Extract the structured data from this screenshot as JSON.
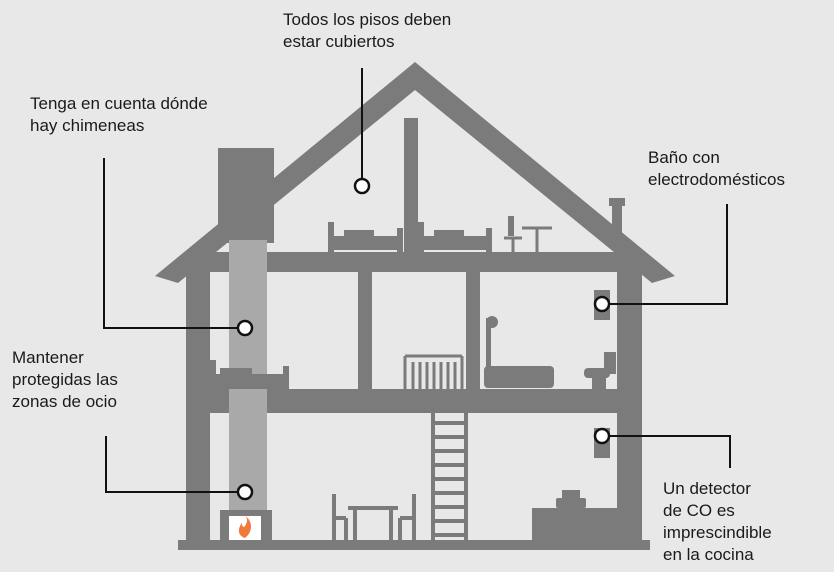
{
  "colors": {
    "background": "#e8e8e8",
    "house": "#7b7b7b",
    "chimney_flue": "#a9a9a9",
    "line": "#111111",
    "marker_fill": "#ffffff",
    "flame": "#f07a3a"
  },
  "callouts": {
    "all_floors": "Todos los pisos deben\nestar cubiertos",
    "fireplaces": "Tenga en cuenta dónde\nhay chimeneas",
    "bathroom": "Baño con\nelectrodomésticos",
    "leisure": "Mantener\nprotegidas las\nzonas de ocio",
    "kitchen": "Un detector\nde CO es\nimprescindible\nen la cocina"
  }
}
